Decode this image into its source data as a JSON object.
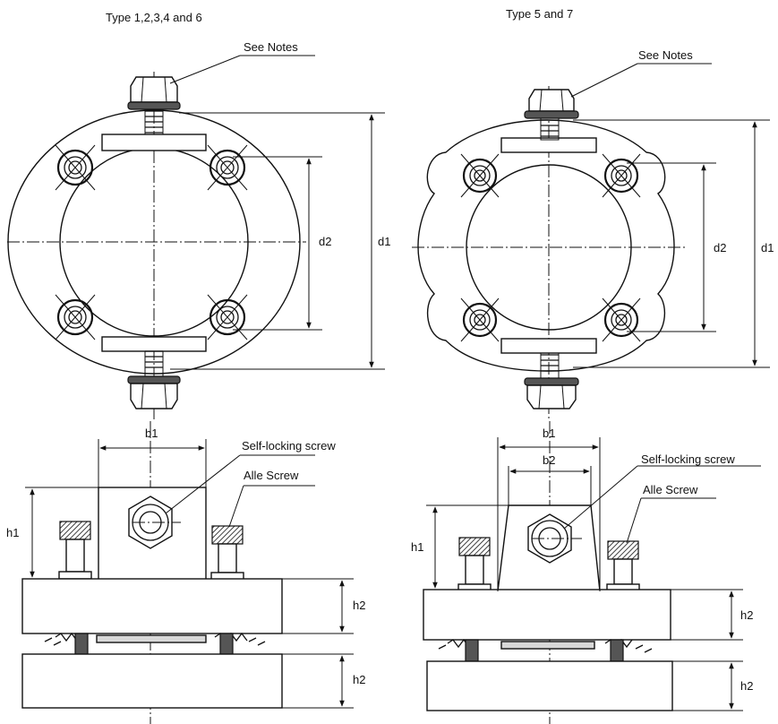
{
  "left_view": {
    "title": "Type 1,2,3,4 and 6",
    "note_label": "See Notes",
    "d1_label": "d1",
    "d2_label": "d2",
    "b1_label": "b1",
    "h1_label": "h1",
    "h2_top_label": "h2",
    "h2_bottom_label": "h2",
    "self_locking_label": "Self-locking screw",
    "alle_screw_label": "Alle Screw"
  },
  "right_view": {
    "title": "Type 5 and 7",
    "note_label": "See Notes",
    "d1_label": "d1",
    "d2_label": "d2",
    "b1_label": "b1",
    "b2_label": "b2",
    "h1_label": "h1",
    "h2_top_label": "h2",
    "h2_bottom_label": "h2",
    "self_locking_label": "Self-locking screw",
    "alle_screw_label": "Alle Screw"
  }
}
